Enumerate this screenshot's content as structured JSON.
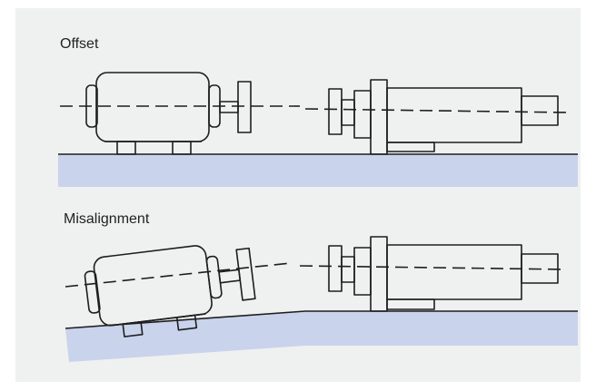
{
  "figure": {
    "offset_title": "Offset",
    "misalignment_title": "Misalignment"
  },
  "colors": {
    "panel_bg": "#eff0f0",
    "ground_fill": "#c9d3ec",
    "line": "#1e1e1e"
  },
  "icons": {
    "motor": "motor-icon",
    "driven_machine": "driven-machine-icon",
    "coupling": "coupling-flange-icon",
    "ground": "ground-base"
  }
}
